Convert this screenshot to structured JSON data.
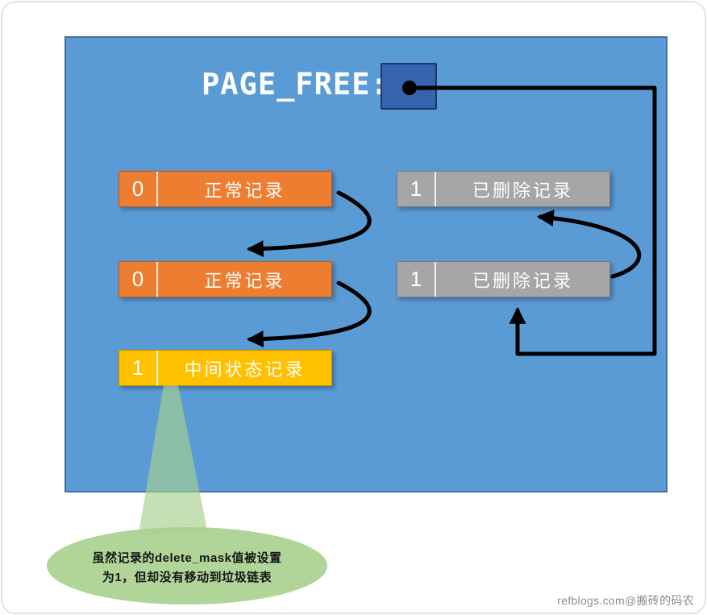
{
  "diagram": {
    "title": "PAGE_FREE:",
    "left_records": [
      {
        "flag": "0",
        "label": "正常记录"
      },
      {
        "flag": "0",
        "label": "正常记录"
      },
      {
        "flag": "1",
        "label": "中间状态记录"
      }
    ],
    "right_records": [
      {
        "flag": "1",
        "label": "已删除记录"
      },
      {
        "flag": "1",
        "label": "已删除记录"
      }
    ],
    "callout": {
      "line1": "虽然记录的delete_mask值被设置",
      "line2": "为1，但却没有移动到垃圾链表"
    },
    "colors": {
      "panel": "#5B9BD5",
      "panel_border": "#41719C",
      "pointer_box": "#3563AE",
      "normal_record": "#ED7D31",
      "intermediate_record": "#FFC000",
      "deleted_record": "#A6A6A6",
      "arrow": "#000000",
      "callout_balloon": "#A8D08D"
    }
  },
  "watermark": "refblogs.com@搬砖的码农"
}
